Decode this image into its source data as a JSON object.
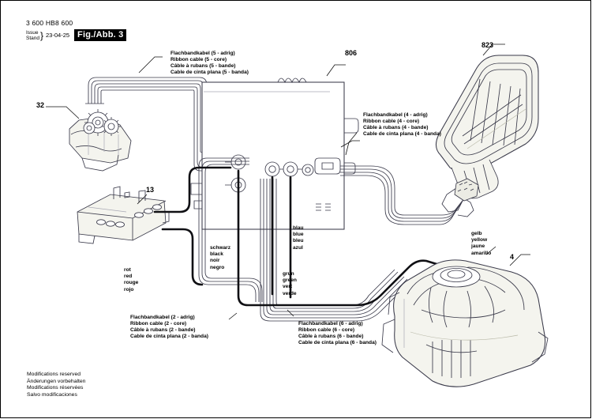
{
  "sheet": {
    "part_number": "3 600 HB8 600",
    "issue_label_line1": "Issue",
    "issue_label_line2": "Stand",
    "issue_date": "23-04-25",
    "figure_label": "Fig./Abb. 3"
  },
  "cables": {
    "five_core": {
      "de": "Flachbandkabel (5 - adrig)",
      "en": "Ribbon cable (5 - core)",
      "fr": "Câble à rubans (5 - bande)",
      "es": "Cable de cinta plana (5 - banda)"
    },
    "four_core": {
      "de": "Flachbandkabel (4 - adrig)",
      "en": "Ribbon cable (4 - core)",
      "fr": "Câble à rubans (4 - bande)",
      "es": "Cable de cinta plana (4 - banda)"
    },
    "two_core": {
      "de": "Flachbandkabel (2 - adrig)",
      "en": "Ribbon cable (2 - core)",
      "fr": "Câble à rubans (2 - bande)",
      "es": "Cable de cinta plana (2 - banda)"
    },
    "six_core": {
      "de": "Flachbandkabel (6 - adrig)",
      "en": "Ribbon cable (6 - core)",
      "fr": "Câble à rubans (6 - bande)",
      "es": "Cable de cinta plana (6 - banda)"
    }
  },
  "wire_colors": {
    "black": {
      "de": "schwarz",
      "en": "black",
      "fr": "noir",
      "es": "negro"
    },
    "blue": {
      "de": "blau",
      "en": "blue",
      "fr": "bleu",
      "es": "azul"
    },
    "green": {
      "de": "grun",
      "en": "green",
      "fr": "vert",
      "es": "verde"
    },
    "red": {
      "de": "rot",
      "en": "red",
      "fr": "rouge",
      "es": "rojo"
    },
    "yellow": {
      "de": "gelb",
      "en": "yellow",
      "fr": "jaune",
      "es": "amarillo"
    }
  },
  "item_numbers": {
    "gearbox": "32",
    "switch": "13",
    "electronics": "806",
    "handle": "823",
    "motor": "4"
  },
  "footer": {
    "en": "Modifications reserved",
    "de": "Änderungen vorbehalten",
    "fr": "Modifications réservées",
    "es": "Salvo modificaciones"
  },
  "colors": {
    "line": "#3a3a4a",
    "line_light": "#9a9aa8",
    "shade": "#e8e8e0",
    "text": "#000000"
  }
}
